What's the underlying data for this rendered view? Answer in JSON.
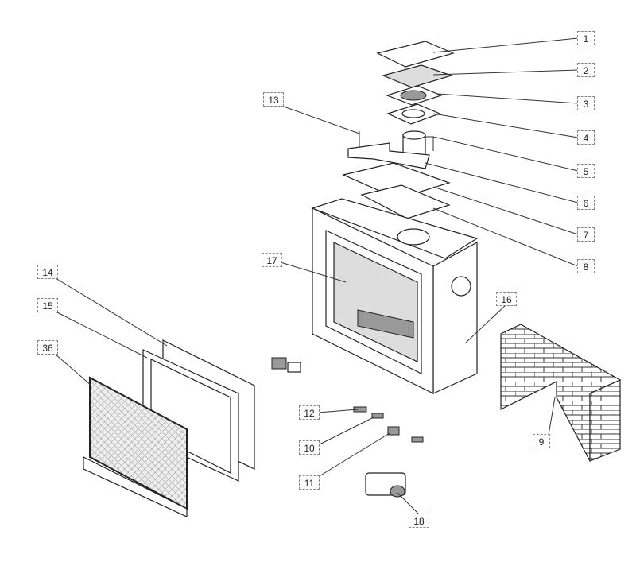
{
  "diagram_type": "exploded parts view",
  "callouts": [
    {
      "id": "1",
      "label": "1"
    },
    {
      "id": "2",
      "label": "2"
    },
    {
      "id": "3",
      "label": "3"
    },
    {
      "id": "4",
      "label": "4"
    },
    {
      "id": "5",
      "label": "5"
    },
    {
      "id": "6",
      "label": "6"
    },
    {
      "id": "7",
      "label": "7"
    },
    {
      "id": "8",
      "label": "8"
    },
    {
      "id": "9",
      "label": "9"
    },
    {
      "id": "10",
      "label": "10"
    },
    {
      "id": "11",
      "label": "11"
    },
    {
      "id": "12",
      "label": "12"
    },
    {
      "id": "13",
      "label": "13"
    },
    {
      "id": "14",
      "label": "14"
    },
    {
      "id": "15",
      "label": "15"
    },
    {
      "id": "16",
      "label": "16"
    },
    {
      "id": "17",
      "label": "17"
    },
    {
      "id": "18",
      "label": "18"
    },
    {
      "id": "36",
      "label": "36"
    }
  ]
}
